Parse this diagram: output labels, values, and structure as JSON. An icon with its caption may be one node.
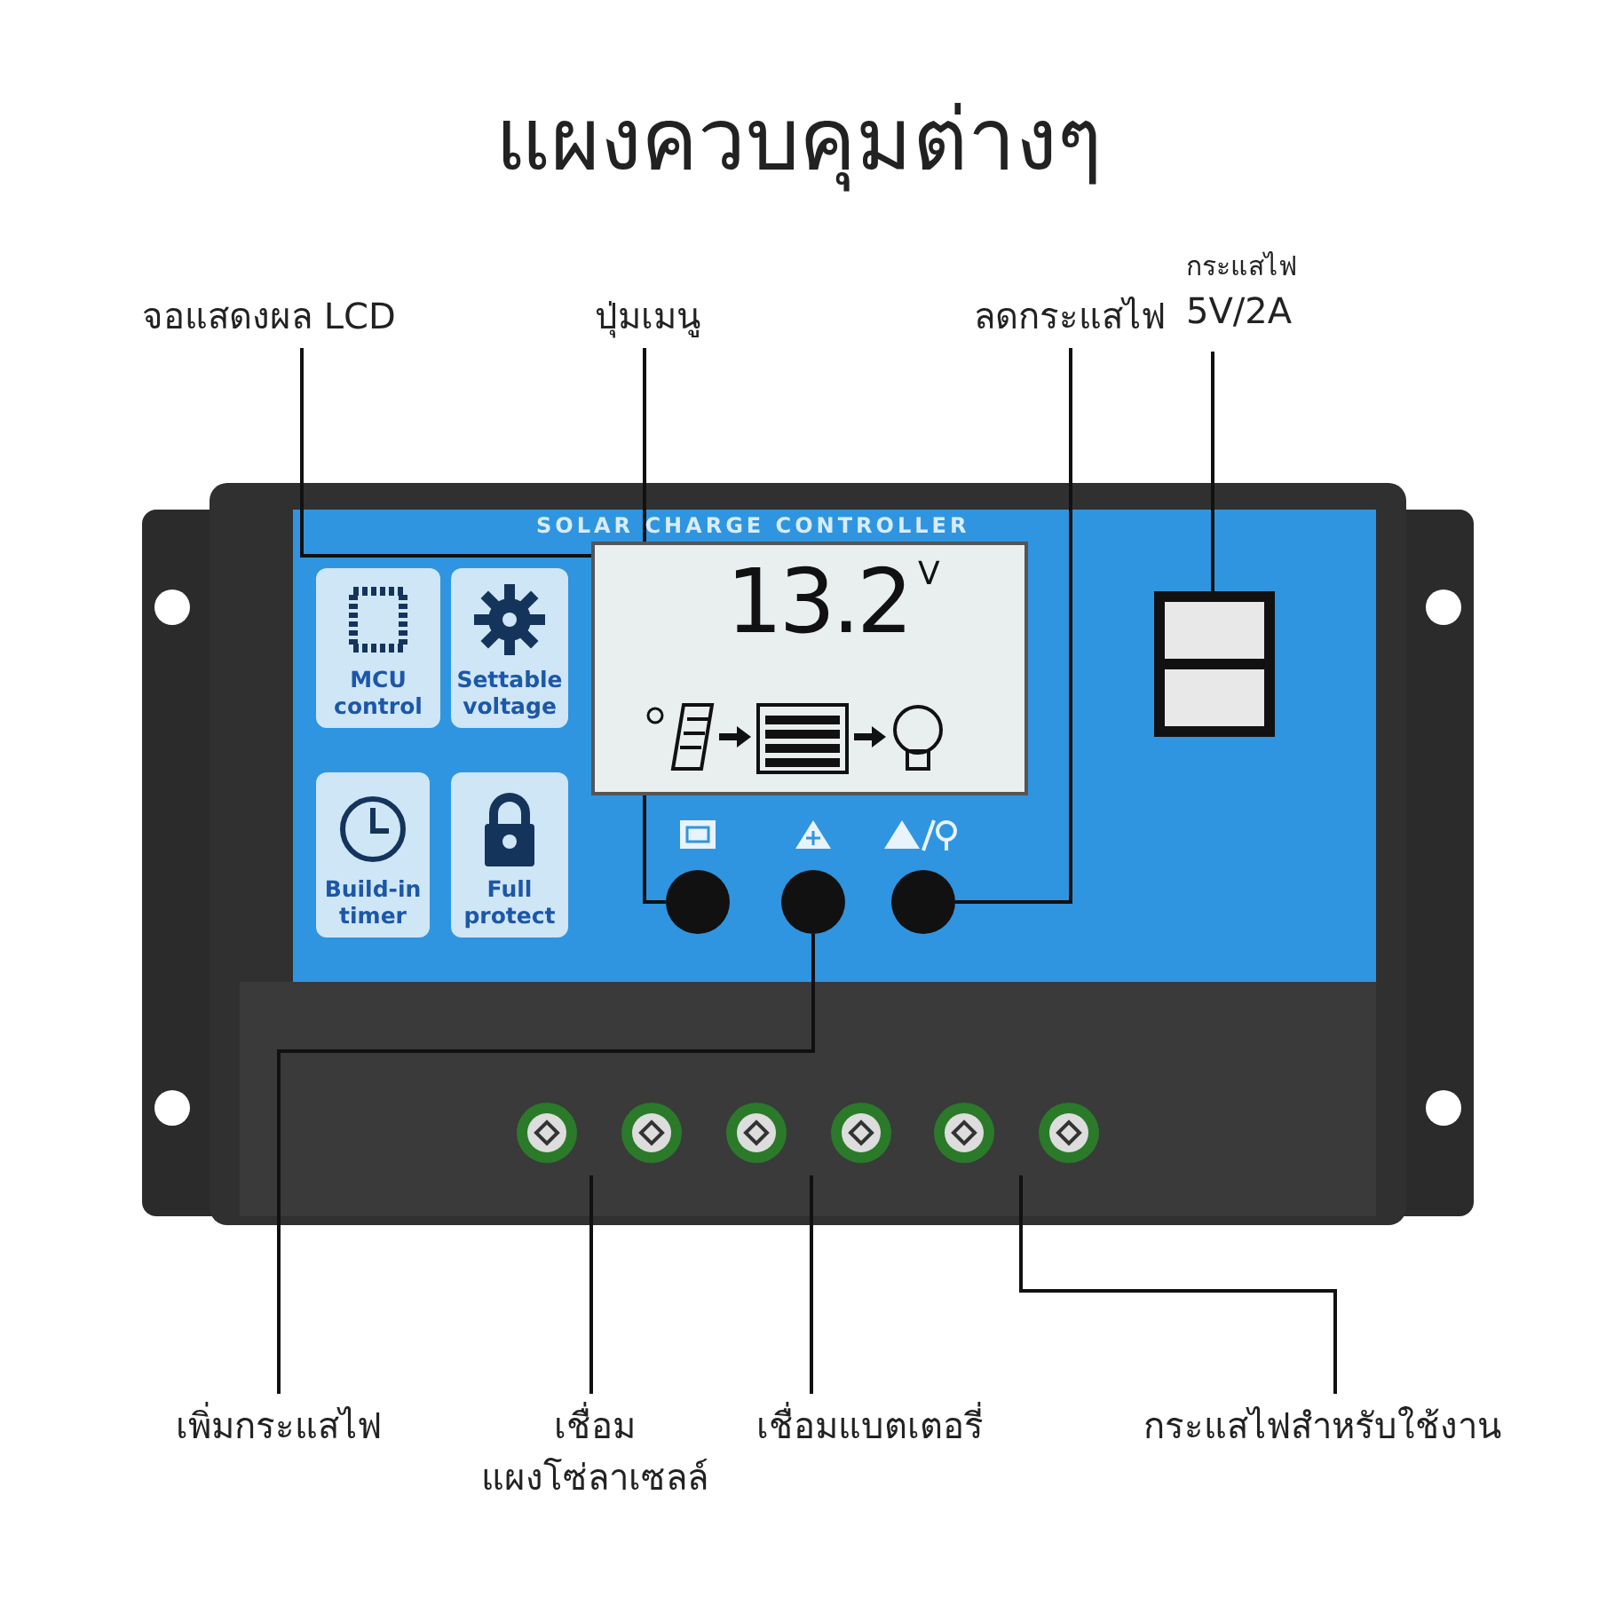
{
  "diagram": {
    "title": "แผงควบคุมต่างๆ",
    "nodes": [
      {
        "text": [
          "จอแสดงผล LCD"
        ]
      },
      {
        "text": [
          "ปุ่มเมนู"
        ]
      },
      {
        "text": [
          "ลดกระแสไฟ"
        ]
      },
      {
        "text": [
          "กระแสไฟ",
          "5V/2A"
        ]
      },
      {
        "text": [
          "MCU control"
        ]
      },
      {
        "text": [
          "Settable voltage"
        ]
      },
      {
        "text": [
          "13.2",
          "V"
        ]
      },
      {
        "text": [
          "Build-in timer"
        ]
      },
      {
        "text": [
          "Full protect"
        ]
      },
      {
        "text": [],
        "shape": "circle"
      },
      {
        "text": [],
        "shape": "circle"
      },
      {
        "text": [],
        "shape": "circle"
      },
      {
        "text": [],
        "shape": "box"
      },
      {
        "text": [
          "เพิ่มกระแสไฟ"
        ]
      },
      {
        "text": [
          "เชื่อม แผงโซ่ลาเซลล์"
        ]
      },
      {
        "text": [
          "เชื่อมแบตเตอรี่"
        ]
      },
      {
        "text": [
          "กระแสไฟสำหรับใช้งาน"
        ]
      }
    ],
    "edges": [
      {
        "from": 0,
        "to": 6,
        "arrow": "none"
      },
      {
        "from": 1,
        "to": 9,
        "arrow": "none"
      },
      {
        "from": 2,
        "to": 11,
        "arrow": "none"
      },
      {
        "from": 3,
        "to": 12,
        "arrow": "none"
      },
      {
        "from": 13,
        "to": 10,
        "arrow": "none"
      },
      {
        "from": 14,
        "to": null,
        "arrow": "none"
      },
      {
        "from": 15,
        "to": null,
        "arrow": "none"
      },
      {
        "from": 16,
        "to": null,
        "arrow": "none"
      }
    ],
    "labels": [
      "SOLAR CHARGE CONTROLLER"
    ]
  }
}
